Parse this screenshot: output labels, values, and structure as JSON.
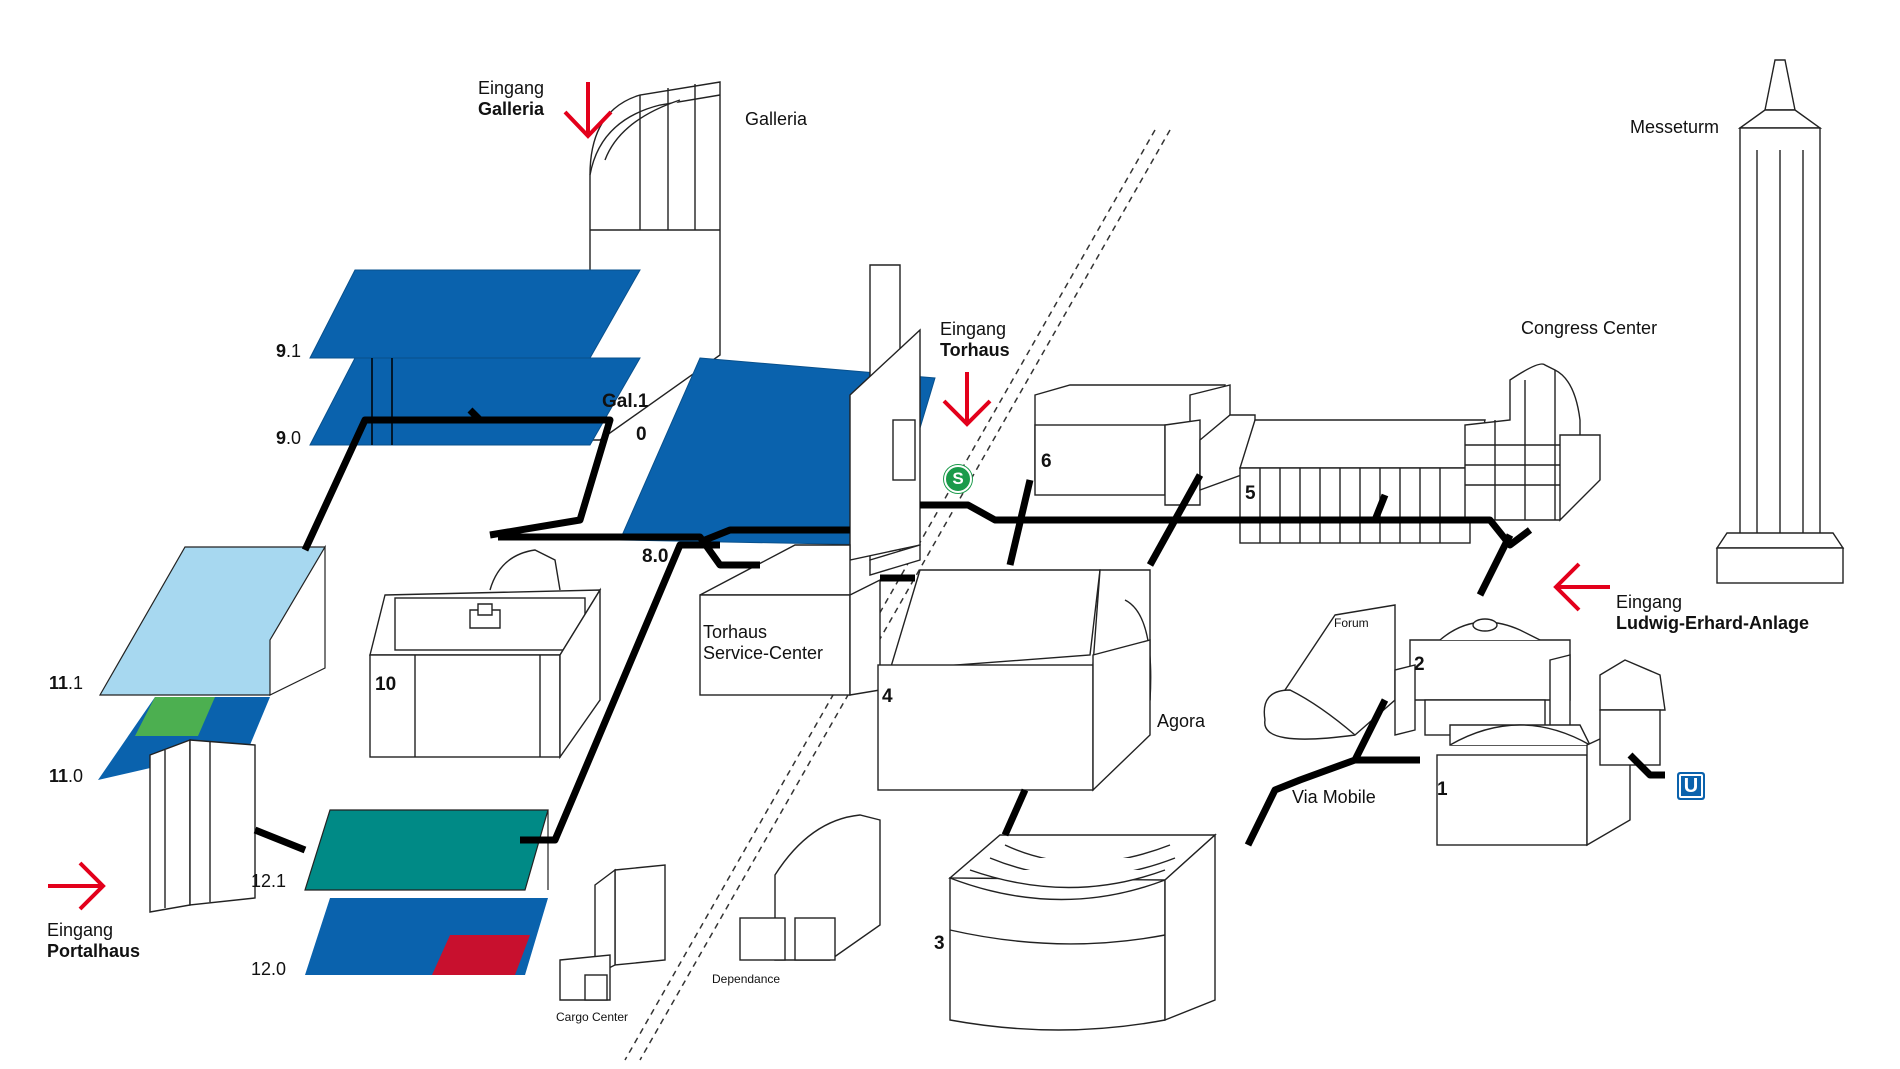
{
  "entrances": {
    "galleria": {
      "line1": "Eingang",
      "line2": "Galleria"
    },
    "torhaus": {
      "line1": "Eingang",
      "line2": "Torhaus"
    },
    "ludwig": {
      "line1": "Eingang",
      "line2": "Ludwig-Erhard-Anlage"
    },
    "portalhaus": {
      "line1": "Eingang",
      "line2": "Portalhaus"
    }
  },
  "buildings": {
    "galleria": "Galleria",
    "messeturm": "Messeturm",
    "congress_center": "Congress Center",
    "torhaus_line1": "Torhaus",
    "torhaus_line2": "Service-Center",
    "agora": "Agora",
    "forum": "Forum",
    "via_mobile": "Via Mobile",
    "dependance": "Dependance",
    "cargo_center": "Cargo Center"
  },
  "halls": {
    "h9_1_major": "9",
    "h9_1_minor": ".1",
    "h9_0_major": "9",
    "h9_0_minor": ".0",
    "gal1": "Gal.1",
    "gal0": "0",
    "h8_0": "8.0",
    "h10": "10",
    "h11_1_major": "11",
    "h11_1_minor": ".1",
    "h11_0_major": "11",
    "h11_0_minor": ".0",
    "h12_1": "12.1",
    "h12_0": "12.0",
    "h6": "6",
    "h5": "5",
    "h4": "4",
    "h3": "3",
    "h2": "2",
    "h1": "1"
  },
  "transit": {
    "s_bahn": "S",
    "u_bahn": "U"
  },
  "colors": {
    "hall_blue": "#0a62ad",
    "hall_light_blue": "#a7d8f0",
    "hall_green": "#4caf50",
    "hall_teal": "#008a86",
    "hall_red": "#c8102e",
    "entrance_arrow": "#e3001b",
    "s_bahn": "#1a9a4a",
    "u_bahn": "#0a62ad",
    "walkway": "#000000"
  }
}
